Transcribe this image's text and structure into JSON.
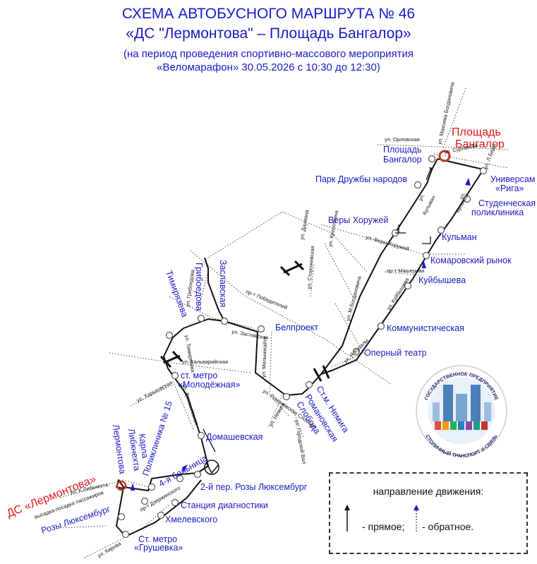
{
  "header": {
    "title_line1": "СХЕМА АВТОБУСНОГО МАРШРУТА № 46",
    "title_line2": "«ДС \"Лермонтова\" – Площадь Бангалор»",
    "subtitle_line1": "(на период проведения спортивно-массового мероприятия",
    "subtitle_line2": "«Веломарафон» 30.05.2026 с 10:30 до 12:30)"
  },
  "terminals": {
    "end_line1": "Площадь",
    "end_line2": "Бангалор",
    "start": "ДС «Лермонтова»",
    "start_note": "высадка-посадка пассажиров"
  },
  "stops": {
    "ploshchad_bangalor_1": "Площадь",
    "ploshchad_bangalor_2": "Бангалор",
    "park_druzhby": "Парк Дружбы народов",
    "universam_riga_1": "Универсам",
    "universam_riga_2": "«Рига»",
    "student_poly_1": "Студенческая",
    "student_poly_2": "поликлиника",
    "very_khoruzhey": "Веры Хоружей",
    "kulman": "Кульман",
    "komarovsky": "Комаровский рынок",
    "kuibysheva": "Куйбышева",
    "kommunisticheskaya": "Коммунистическая",
    "operny": "Оперный театр",
    "belproekt": "Белпроект",
    "st_m_nemiga": "Ст.м. Немига",
    "romanovskaya_1": "Романовская",
    "romanovskaya_2": "Слобода",
    "zaslavskaya": "Заславская",
    "griboedova": "Грибоедова",
    "timiryazeva": "Тимирязева",
    "molodezhnaya_1": "ст. метро",
    "molodezhnaya_2": "«Молодёжная»",
    "domashevskaya": "Домашевская",
    "roza_lux_2": "2-й пер. Розы Люксембург",
    "poly15": "Поликлиника № 15",
    "bolnitsa4": "4-я больница",
    "karla_1": "Карла",
    "karla_2": "Либкнехта",
    "lermontova": "Лермонтова",
    "stantsiya_diag": "Станция диагностики",
    "khmelevskogo": "Хмелевского",
    "roza_lux": "Розы Люксембург",
    "grushevka_1": "Ст. метро",
    "grushevka_2": "«Грушевка»"
  },
  "streets": {
    "orlovskaya": "ул. Орловская",
    "bogdanovicha": "ул. Максима Богдановича",
    "surganova": "ул. Сурганова",
    "l_bedy": "ул. Л.Беды",
    "kulman_1": "ул.",
    "kulman_2": "Кульман",
    "kulman_3": "ул.",
    "kulman_4": "Кульман",
    "very_khoruzhey": "ул. Веры Хоружей",
    "masherova": "пр-т Машерова",
    "kuibysheva": "ул. Куйбышева",
    "m_bogdanovicha": "ул. М.Богдановича",
    "kupaly": "ул. Я.Купалы",
    "pobediteley": "пр-т Победителей",
    "dauman": "ул. Даумана",
    "kropotkina": "ул. Кропоткина",
    "storozhevskaya": "ул. Сторожевская",
    "griboedova": "ул. Грибоедова",
    "zaslavskaya": "ул. Заславская",
    "timiryazeva": "ул. Тимирязева",
    "kalvariyskaya": "ул. Кальварийская",
    "melnikaite": "ул. Мельникайте",
    "romanovskaya": "ул. Романовская Слобода",
    "nemiga": "ул. Немига",
    "gorodskoy_val": "ул. Городской Вал",
    "kharkovskaya": "ул. Харьковская",
    "domashevskaya": "ул. Домашевская",
    "k_libknekhta": "ул. К.Либкнехта",
    "kirova": "ул. Кирова",
    "rozy_lux": "пр-т Дзержинского"
  },
  "logo": {
    "top_text": "ГОСУДАРСТВЕННОЕ ПРЕДПРИЯТИЕ",
    "bottom_text": "СТОЛИЧНЫЙ ТРАНСПОРТ И СВЯЗЬ"
  },
  "legend": {
    "title": "направление движения:",
    "forward": "- прямое;",
    "reverse": "- обратное."
  },
  "colors": {
    "route": "#111111",
    "stop_label": "#1a1ac8",
    "terminal_label": "#e01818",
    "terminal_ring": "#c0392b",
    "forward_arrow": "#111111",
    "reverse_arrow": "#1a1ac8"
  }
}
